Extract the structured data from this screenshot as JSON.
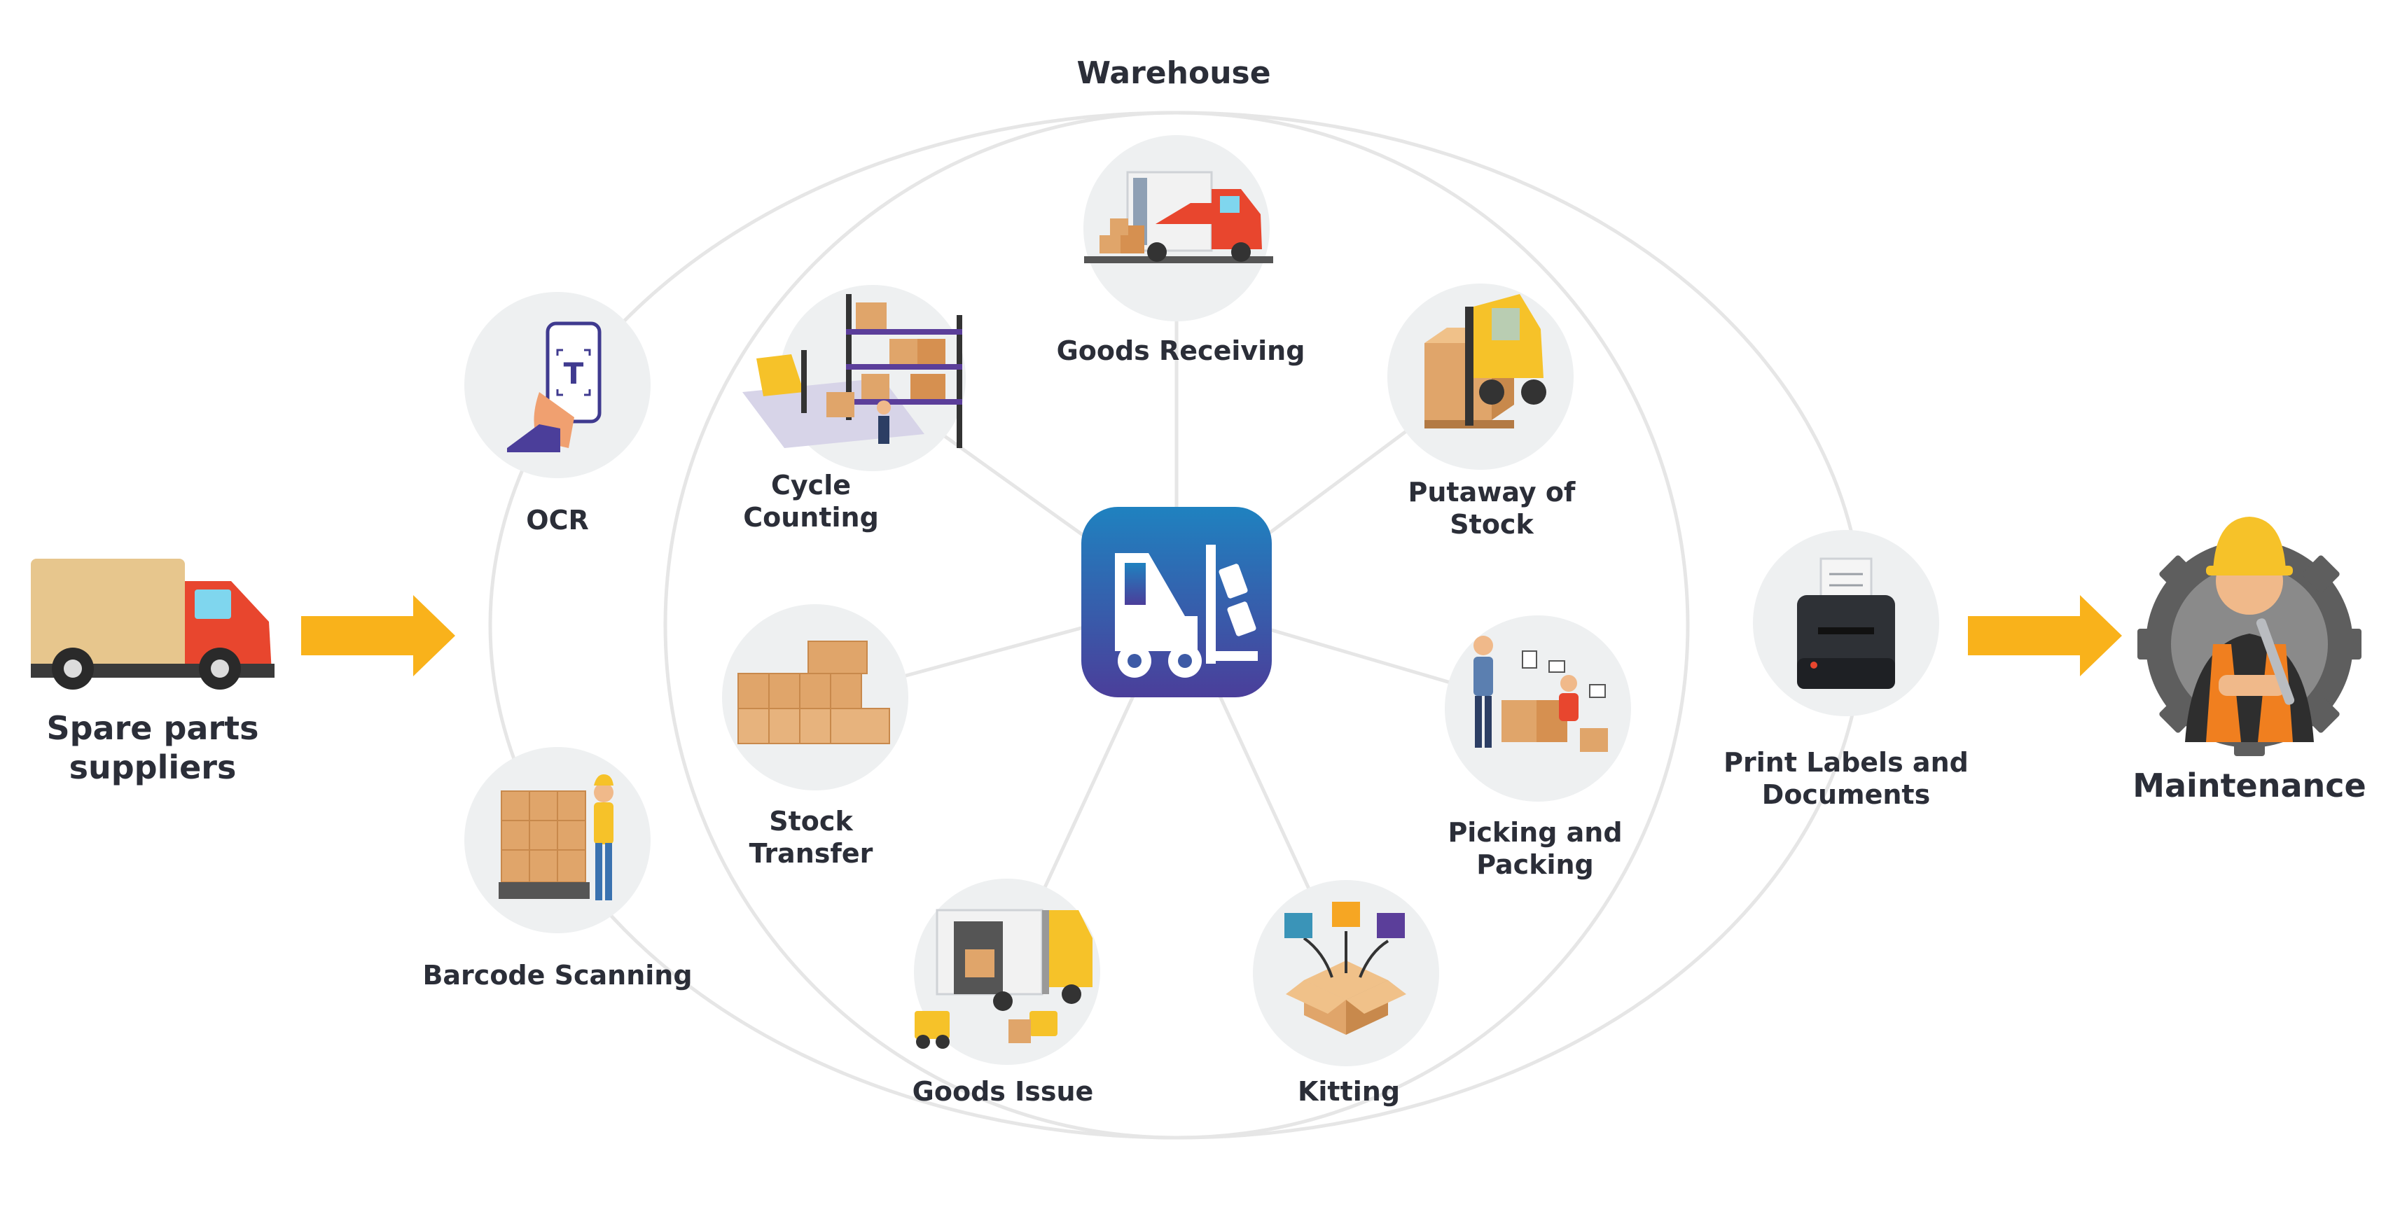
{
  "diagram": {
    "title": "Warehouse",
    "source": {
      "label_line1": "Spare parts",
      "label_line2": "suppliers",
      "icon": "delivery-truck-icon"
    },
    "destination": {
      "label": "Maintenance",
      "icon": "mechanic-gear-icon"
    },
    "hub": {
      "icon": "forklift-app-icon"
    },
    "nodes": {
      "goods_receiving": {
        "label": "Goods Receiving",
        "icon": "receiving-truck-icon"
      },
      "putaway": {
        "label_line1": "Putaway of",
        "label_line2": "Stock",
        "icon": "pallet-forklift-icon"
      },
      "picking": {
        "label_line1": "Picking and",
        "label_line2": "Packing",
        "icon": "picking-packing-icon"
      },
      "kitting": {
        "label": "Kitting",
        "icon": "kitting-box-icon"
      },
      "goods_issue": {
        "label": "Goods Issue",
        "icon": "loading-truck-icon"
      },
      "stock_transfer": {
        "label_line1": "Stock",
        "label_line2": "Transfer",
        "icon": "stacked-boxes-icon"
      },
      "cycle_counting": {
        "label_line1": "Cycle",
        "label_line2": "Counting",
        "icon": "warehouse-rack-icon"
      },
      "ocr": {
        "label": "OCR",
        "icon": "phone-scan-icon"
      },
      "barcode": {
        "label": "Barcode Scanning",
        "icon": "barcode-worker-icon"
      },
      "print": {
        "label_line1": "Print Labels and",
        "label_line2": "Documents",
        "icon": "label-printer-icon"
      }
    },
    "colors": {
      "text": "#2b2e38",
      "arrow": "#f9b21b",
      "node_bg": "#eef0f1",
      "ring": "#e6e6e6",
      "hub_top": "#1f82c0",
      "hub_bottom": "#4b3e9a",
      "truck_red": "#e8462e",
      "box_brown": "#e0a56a",
      "forklift_yellow": "#f6c229"
    }
  }
}
